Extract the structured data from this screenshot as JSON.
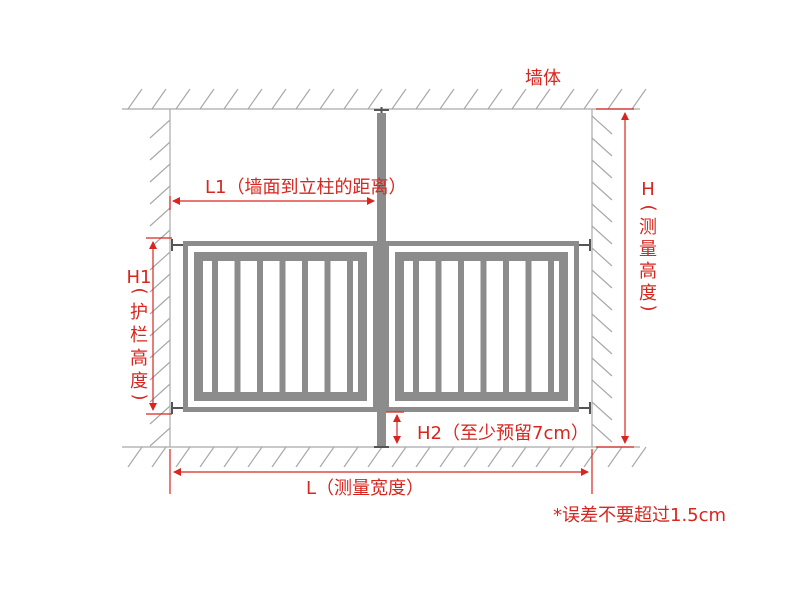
{
  "labels": {
    "wall": "墙体",
    "l1": "L1（墙面到立柱的距离）",
    "h_letter": "H",
    "h_desc": [
      "(",
      "测",
      "量",
      "高",
      "度",
      ")"
    ],
    "h1_letter": "H1",
    "h1_desc": [
      "(",
      "护",
      "栏",
      "高",
      "度",
      ")"
    ],
    "h2": "H2（至少预留7cm）",
    "l": "L（测量宽度）",
    "note": "*误差不要超过1.5cm"
  },
  "colors": {
    "red": "#d7261f",
    "gray": "#8c8c8c",
    "dark": "#555555",
    "hatch": "#a9a9a9"
  }
}
